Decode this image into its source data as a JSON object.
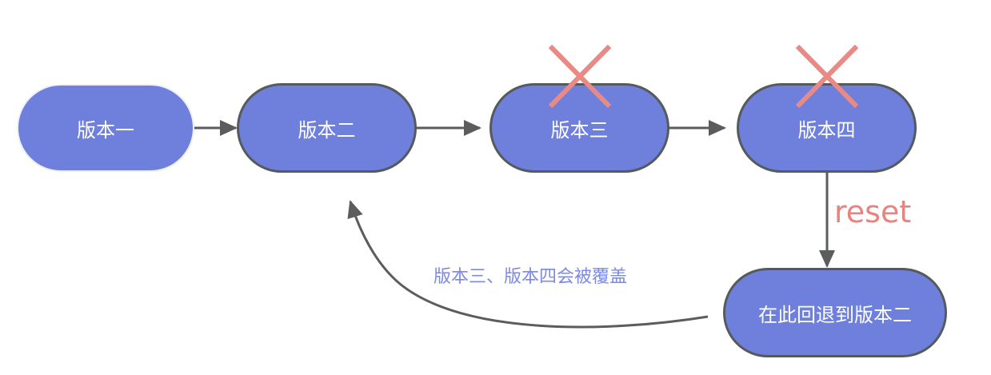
{
  "colors": {
    "node_fill": "#6e80dc",
    "node_border": "#555a5c",
    "arrow": "#5a5c5e",
    "cross": "#e88a85",
    "reset_text": "#e8837e",
    "note_text": "#7b8ae6"
  },
  "nodes": [
    {
      "id": "v1",
      "label": "版本一",
      "crossed": false
    },
    {
      "id": "v2",
      "label": "版本二",
      "crossed": false
    },
    {
      "id": "v3",
      "label": "版本三",
      "crossed": true
    },
    {
      "id": "v4",
      "label": "版本四",
      "crossed": true
    },
    {
      "id": "reset-target",
      "label": "在此回退到版本二",
      "crossed": false
    }
  ],
  "edges": [
    {
      "from": "v1",
      "to": "v2"
    },
    {
      "from": "v2",
      "to": "v3"
    },
    {
      "from": "v3",
      "to": "v4"
    },
    {
      "from": "v4",
      "to": "reset-target",
      "label": "reset"
    },
    {
      "from": "reset-target",
      "to": "v2",
      "label": "版本三、版本四会被覆盖"
    }
  ],
  "labels": {
    "reset": "reset",
    "overwrite_note": "版本三、版本四会被覆盖"
  }
}
